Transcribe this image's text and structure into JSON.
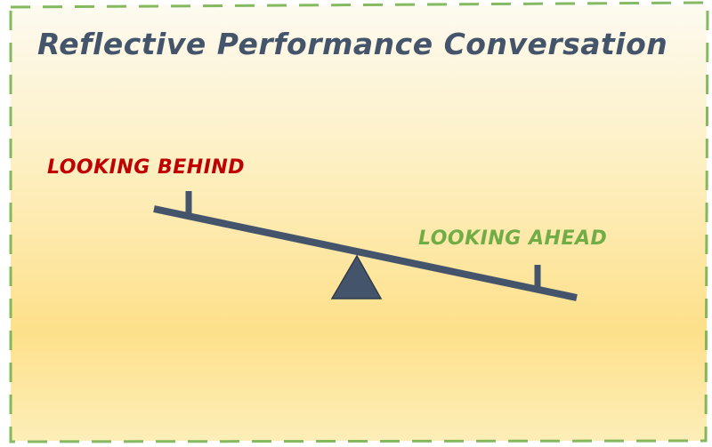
{
  "title": "Reflective Performance Conversation",
  "labels": {
    "behind": "LOOKING BEHIND",
    "ahead": "LOOKING AHEAD"
  },
  "colors": {
    "title": "#44546a",
    "behind": "#c00000",
    "ahead": "#70ad47",
    "border": "#70ad47",
    "seesaw": "#44546a"
  }
}
